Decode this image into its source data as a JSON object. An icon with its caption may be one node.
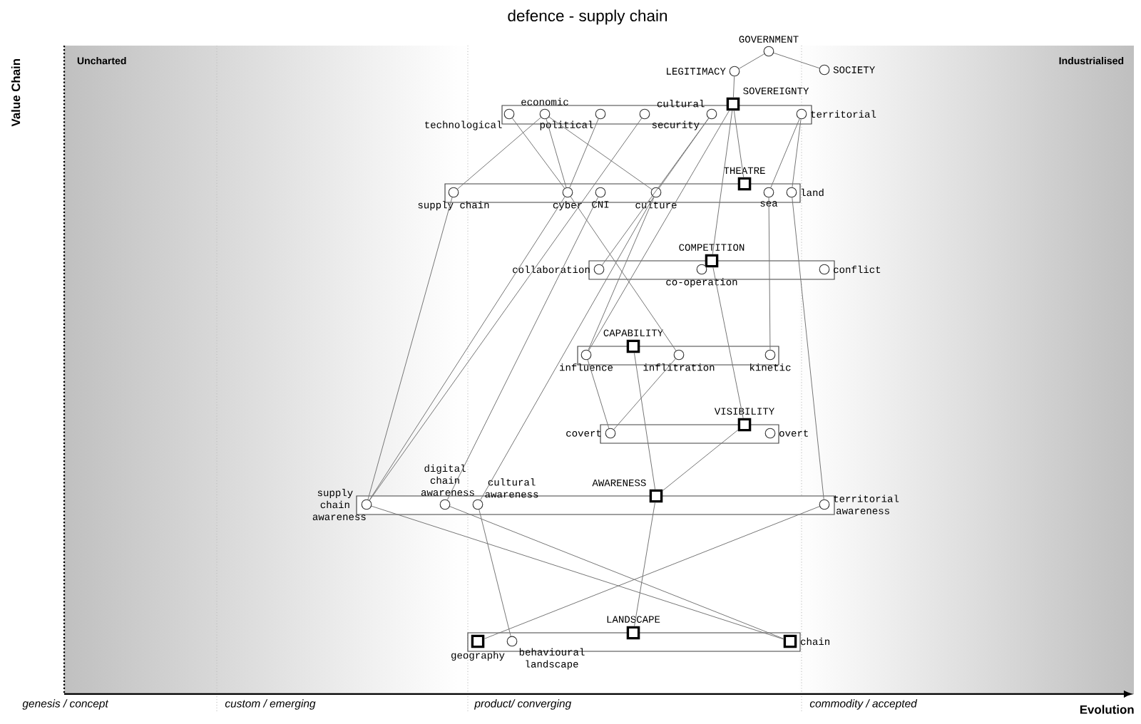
{
  "diagram": {
    "title": "defence - supply chain",
    "nodes": [
      {
        "text": [
          "GOVERNMENT"
        ]
      },
      {
        "text": [
          "LEGITIMACY"
        ]
      },
      {
        "text": [
          "SOCIETY"
        ]
      },
      {
        "text": [
          "SOVEREIGNTY"
        ]
      },
      {
        "text": [
          "economic"
        ]
      },
      {
        "text": [
          "technological"
        ]
      },
      {
        "text": [
          "political"
        ]
      },
      {
        "text": [
          "security"
        ]
      },
      {
        "text": [
          "cultural"
        ]
      },
      {
        "text": [
          "territorial"
        ]
      },
      {
        "text": [
          "THEATRE"
        ]
      },
      {
        "text": [
          "supply chain"
        ]
      },
      {
        "text": [
          "cyber"
        ]
      },
      {
        "text": [
          "CNI"
        ]
      },
      {
        "text": [
          "culture"
        ]
      },
      {
        "text": [
          "sea"
        ]
      },
      {
        "text": [
          "land"
        ]
      },
      {
        "text": [
          "COMPETITION"
        ]
      },
      {
        "text": [
          "collaboration"
        ]
      },
      {
        "text": [
          "co-operation"
        ]
      },
      {
        "text": [
          "conflict"
        ]
      },
      {
        "text": [
          "CAPABILITY"
        ]
      },
      {
        "text": [
          "influence"
        ]
      },
      {
        "text": [
          "inflitration"
        ]
      },
      {
        "text": [
          "kinetic"
        ]
      },
      {
        "text": [
          "VISIBILITY"
        ]
      },
      {
        "text": [
          "covert"
        ]
      },
      {
        "text": [
          "overt"
        ]
      },
      {
        "text": [
          "AWARENESS"
        ]
      },
      {
        "text": [
          "supply chain awareness"
        ]
      },
      {
        "text": [
          "digital chain awareness"
        ]
      },
      {
        "text": [
          "cultural awareness"
        ]
      },
      {
        "text": [
          "territorial awareness"
        ]
      },
      {
        "text": [
          "LANDSCAPE"
        ]
      },
      {
        "text": [
          "geography"
        ]
      },
      {
        "text": [
          "behavioural landscape"
        ]
      },
      {
        "text": [
          "chain"
        ]
      }
    ],
    "edges": [
      {
        "from": 0,
        "to": 1,
        "arrow": "none"
      },
      {
        "from": 0,
        "to": 2,
        "arrow": "none"
      },
      {
        "from": 1,
        "to": 3,
        "arrow": "none"
      },
      {
        "from": 3,
        "to": 10,
        "arrow": "none"
      },
      {
        "from": 3,
        "to": 17,
        "arrow": "none"
      },
      {
        "from": 3,
        "to": 22,
        "arrow": "none"
      },
      {
        "from": 4,
        "to": 11,
        "arrow": "none"
      },
      {
        "from": 4,
        "to": 12,
        "arrow": "none"
      },
      {
        "from": 4,
        "to": 14,
        "arrow": "none"
      },
      {
        "from": 5,
        "to": 12,
        "arrow": "none"
      },
      {
        "from": 6,
        "to": 12,
        "arrow": "none"
      },
      {
        "from": 7,
        "to": 29,
        "arrow": "none"
      },
      {
        "from": 8,
        "to": 14,
        "arrow": "none"
      },
      {
        "from": 8,
        "to": 18,
        "arrow": "none"
      },
      {
        "from": 9,
        "to": 15,
        "arrow": "none"
      },
      {
        "from": 9,
        "to": 16,
        "arrow": "none"
      },
      {
        "from": 11,
        "to": 29,
        "arrow": "none"
      },
      {
        "from": 12,
        "to": 23,
        "arrow": "none"
      },
      {
        "from": 12,
        "to": 29,
        "arrow": "none"
      },
      {
        "from": 13,
        "to": 30,
        "arrow": "none"
      },
      {
        "from": 14,
        "to": 31,
        "arrow": "none"
      },
      {
        "from": 14,
        "to": 22,
        "arrow": "none"
      },
      {
        "from": 15,
        "to": 24,
        "arrow": "none"
      },
      {
        "from": 16,
        "to": 32,
        "arrow": "none"
      },
      {
        "from": 17,
        "to": 25,
        "arrow": "none"
      },
      {
        "from": 21,
        "to": 28,
        "arrow": "none"
      },
      {
        "from": 22,
        "to": 26,
        "arrow": "none"
      },
      {
        "from": 23,
        "to": 26,
        "arrow": "none"
      },
      {
        "from": 25,
        "to": 28,
        "arrow": "none"
      },
      {
        "from": 28,
        "to": 33,
        "arrow": "none"
      },
      {
        "from": 29,
        "to": 36,
        "arrow": "none"
      },
      {
        "from": 30,
        "to": 36,
        "arrow": "none"
      },
      {
        "from": 31,
        "to": 35,
        "arrow": "none"
      },
      {
        "from": 32,
        "to": 34,
        "arrow": "none"
      }
    ],
    "labels": [
      "Value Chain",
      "Uncharted",
      "Industrialised",
      "genesis / concept",
      "custom / emerging",
      "product/ converging",
      "commodity / accepted",
      "Evolution"
    ]
  }
}
